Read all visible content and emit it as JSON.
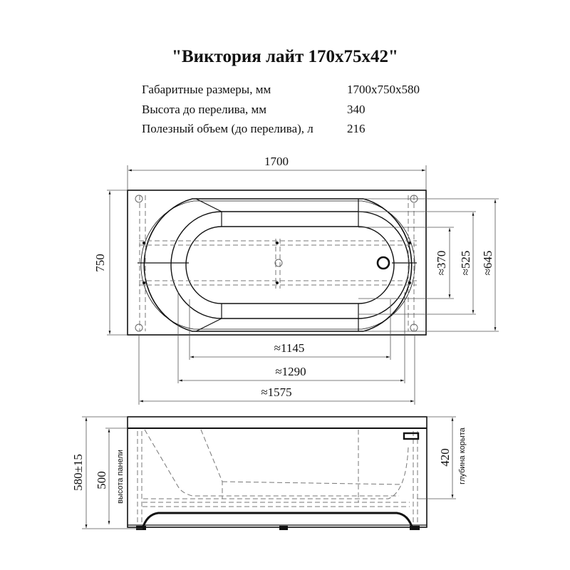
{
  "title": "\"Виктория лайт 170x75x42\"",
  "specs": [
    {
      "label": "Габаритные размеры, мм",
      "value": "1700x750x580"
    },
    {
      "label": "Высота до перелива, мм",
      "value": "340"
    },
    {
      "label": "Полезный объем (до перелива), л",
      "value": "216"
    }
  ],
  "top_view": {
    "length_dim": "1700",
    "width_dim": "750",
    "right_dims": [
      "≈370",
      "≈525",
      "≈645"
    ],
    "bottom_dims": [
      "≈1145",
      "≈1290",
      "≈1575"
    ]
  },
  "side_view": {
    "total_height_dim": "580±15",
    "panel_height_dim": "500",
    "panel_height_label": "высота панели",
    "depth_dim": "420",
    "depth_label": "глубина корыта"
  },
  "colors": {
    "line": "#111111",
    "dim": "#555555",
    "hidden": "#777777"
  }
}
